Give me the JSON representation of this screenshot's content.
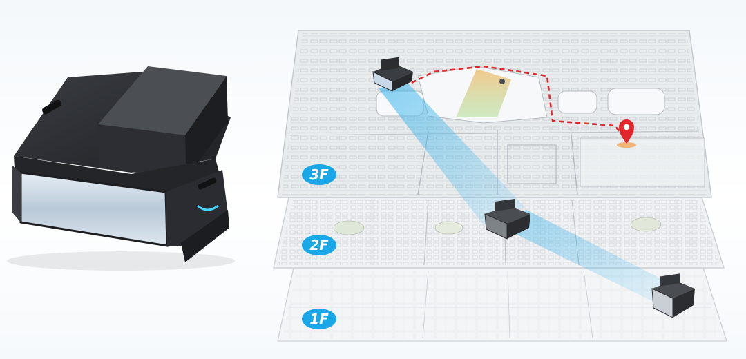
{
  "floors": [
    {
      "label": "3F"
    },
    {
      "label": "2F"
    },
    {
      "label": "1F"
    }
  ],
  "colors": {
    "label_badge": "#1aa7e8",
    "route": "#e3262b",
    "beam": "#39b4ec",
    "pin": "#e3262b",
    "robot_body": "#2b2d31",
    "robot_panel": "#c9d8e6",
    "accent_light": "#46d4ff"
  },
  "icons": [
    "location-pin-icon",
    "delivery-robot-icon"
  ]
}
